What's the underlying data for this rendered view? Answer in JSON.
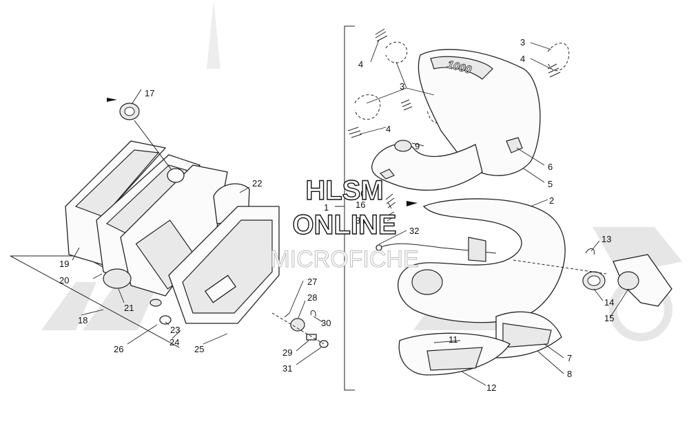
{
  "watermark": {
    "line1": "HLSM",
    "line2": "ONLINE",
    "line3": "MICROFICHE"
  },
  "callouts": [
    {
      "id": "17",
      "text": "17"
    },
    {
      "id": "22",
      "text": "22"
    },
    {
      "id": "19",
      "text": "19"
    },
    {
      "id": "20",
      "text": "20"
    },
    {
      "id": "21",
      "text": "21"
    },
    {
      "id": "18",
      "text": "18"
    },
    {
      "id": "23",
      "text": "23"
    },
    {
      "id": "24",
      "text": "24"
    },
    {
      "id": "25",
      "text": "25"
    },
    {
      "id": "26",
      "text": "26"
    },
    {
      "id": "27",
      "text": "27"
    },
    {
      "id": "28",
      "text": "28"
    },
    {
      "id": "30",
      "text": "30"
    },
    {
      "id": "29",
      "text": "29"
    },
    {
      "id": "31",
      "text": "31"
    },
    {
      "id": "4a",
      "text": "4"
    },
    {
      "id": "3a",
      "text": "3"
    },
    {
      "id": "4b",
      "text": "4"
    },
    {
      "id": "3b",
      "text": "3"
    },
    {
      "id": "4c",
      "text": "4"
    },
    {
      "id": "9",
      "text": "9"
    },
    {
      "id": "6",
      "text": "6"
    },
    {
      "id": "5",
      "text": "5"
    },
    {
      "id": "1",
      "text": "1"
    },
    {
      "id": "10",
      "text": "10"
    },
    {
      "id": "16",
      "text": "16"
    },
    {
      "id": "33",
      "text": "33"
    },
    {
      "id": "32",
      "text": "32"
    },
    {
      "id": "2",
      "text": "2"
    },
    {
      "id": "13",
      "text": "13"
    },
    {
      "id": "14",
      "text": "14"
    },
    {
      "id": "15",
      "text": "15"
    },
    {
      "id": "11",
      "text": "11"
    },
    {
      "id": "7",
      "text": "7"
    },
    {
      "id": "8",
      "text": "8"
    },
    {
      "id": "12",
      "text": "12"
    }
  ],
  "part_marking": "1000",
  "colors": {
    "ink": "#111111",
    "paper": "#ffffff",
    "watermark_bg": "#d8d8d8"
  }
}
